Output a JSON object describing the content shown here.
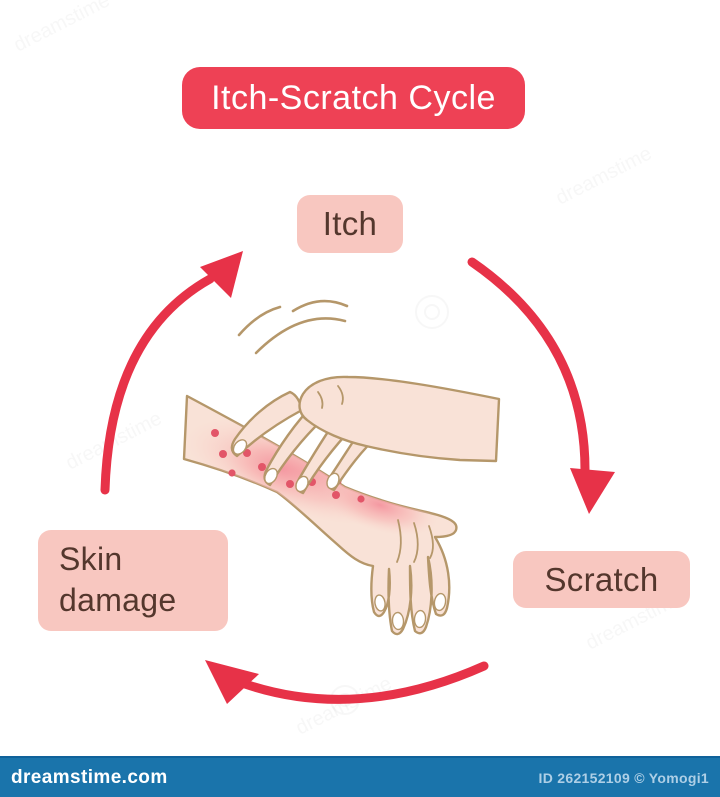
{
  "title": {
    "label": "Itch-Scratch Cycle"
  },
  "nodes": [
    {
      "id": "itch",
      "label": "Itch"
    },
    {
      "id": "scratch",
      "label": "Scratch"
    },
    {
      "id": "skin-damage",
      "label": "Skin damage"
    }
  ],
  "edges": [
    {
      "from": "itch",
      "to": "scratch"
    },
    {
      "from": "scratch",
      "to": "skin-damage"
    },
    {
      "from": "skin-damage",
      "to": "itch"
    }
  ],
  "watermark": {
    "text": "dreamstime"
  },
  "footer": {
    "site": "dreamstime.com",
    "credit": "ID 262152109 © Yomogi1"
  },
  "colors": {
    "accent_red": "#ee4155",
    "node_pink": "#f8c7c0",
    "node_text": "#54372d",
    "arrow_red": "#e73248",
    "skin": "#f9e2d7",
    "outline_tan": "#b5976a",
    "irritation_pink": "#f4959f",
    "spot_red": "#e25568",
    "footer_blue": "#1a74ab",
    "footer_credit": "#aecfe6"
  }
}
